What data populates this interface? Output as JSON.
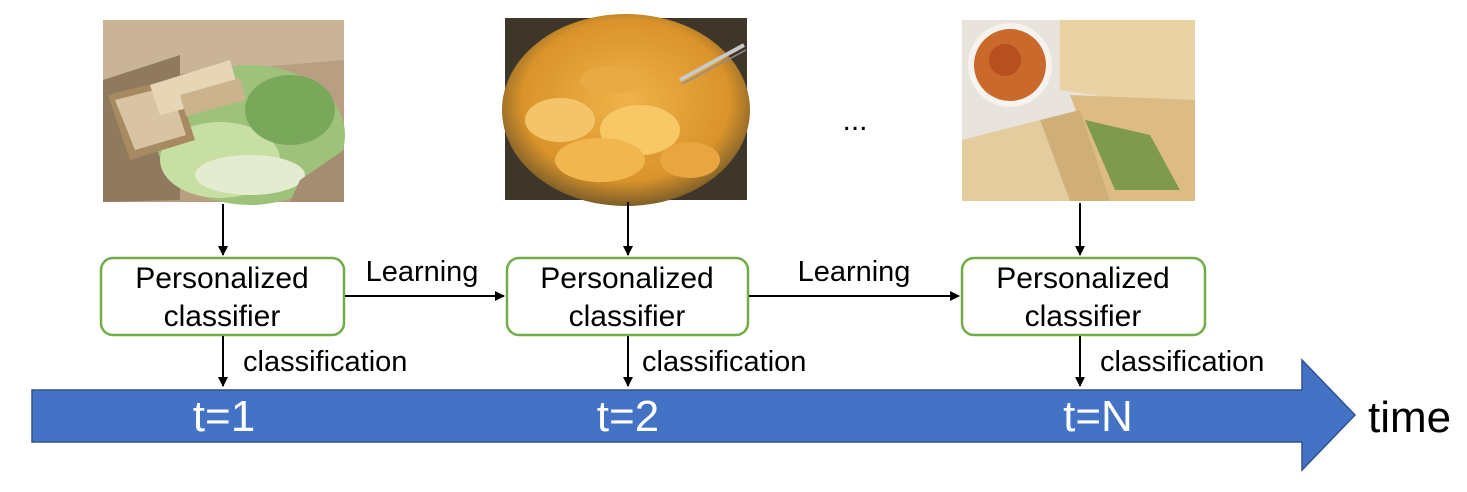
{
  "nodes": [
    {
      "id": "classifier-1",
      "line1": "Personalized",
      "line2": "classifier"
    },
    {
      "id": "classifier-2",
      "line1": "Personalized",
      "line2": "classifier"
    },
    {
      "id": "classifier-3",
      "line1": "Personalized",
      "line2": "classifier"
    }
  ],
  "photos": [
    {
      "depicts": "caesar salad with croutons"
    },
    {
      "depicts": "orange curry in a bowl with spoon"
    },
    {
      "depicts": "quesadilla wedges with salsa"
    }
  ],
  "edges": {
    "learning_1_2": "Learning",
    "learning_2_3": "Learning",
    "classification_1": "classification",
    "classification_2": "classification",
    "classification_3": "classification"
  },
  "ellipsis": "...",
  "timeline": {
    "ticks": [
      "t=1",
      "t=2",
      "t=N"
    ],
    "axis_label": "time"
  },
  "colors": {
    "arrow_fill": "#4472C4",
    "box_border": "#70AD47",
    "tick_text": "#FFFFFF"
  }
}
